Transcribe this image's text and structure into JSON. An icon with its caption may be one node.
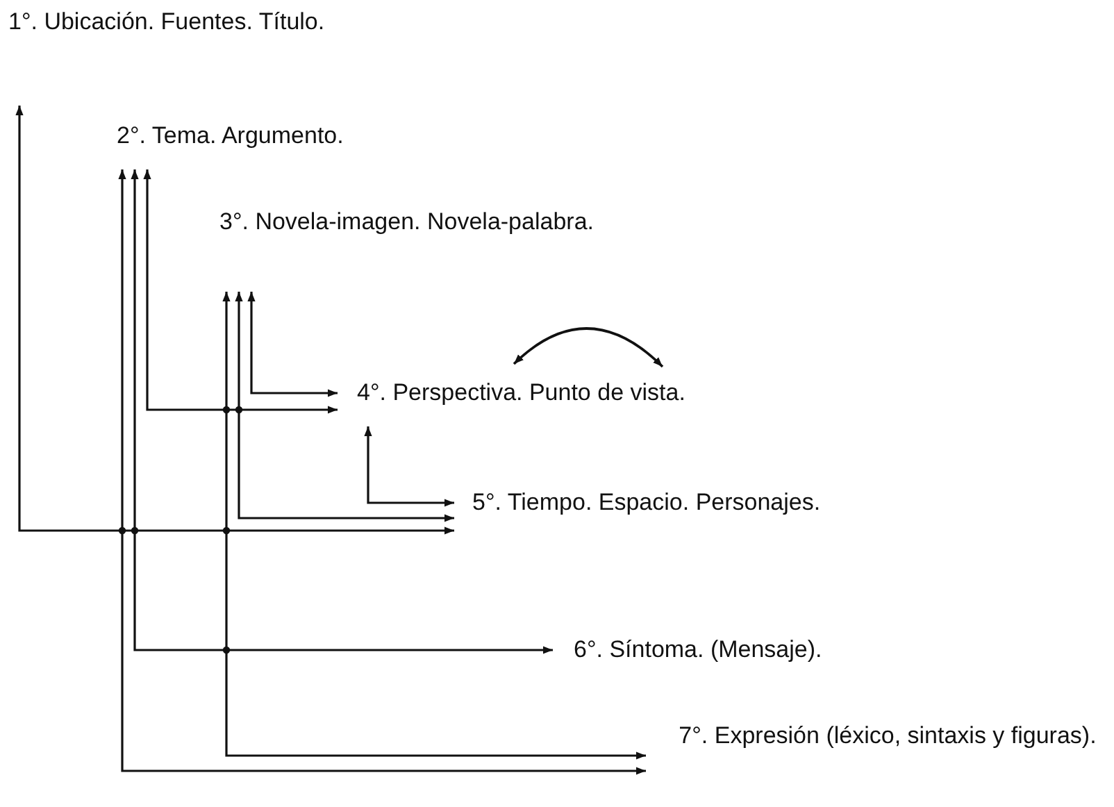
{
  "diagram": {
    "nodes": [
      {
        "text": [
          "1°. Ubicación. Fuentes. Título."
        ]
      },
      {
        "text": [
          "2°. Tema. Argumento."
        ]
      },
      {
        "text": [
          "3°. Novela-imagen. Novela-palabra."
        ]
      },
      {
        "text": [
          "4°. Perspectiva. Punto de vista."
        ]
      },
      {
        "text": [
          "5°. Tiempo. Espacio. Personajes."
        ]
      },
      {
        "text": [
          "6°. Síntoma. (Mensaje)."
        ]
      },
      {
        "text": [
          "7°. Expresión (léxico, sintaxis y figuras)."
        ]
      }
    ],
    "edges": [
      {
        "from": 0,
        "to": 4,
        "arrow": "both"
      },
      {
        "from": 1,
        "to": 3,
        "arrow": "both"
      },
      {
        "from": 1,
        "to": 5,
        "arrow": "both"
      },
      {
        "from": 1,
        "to": 6,
        "arrow": "both"
      },
      {
        "from": 2,
        "to": 3,
        "arrow": "both"
      },
      {
        "from": 2,
        "to": 4,
        "arrow": "both"
      },
      {
        "from": 2,
        "to": 6,
        "arrow": "both"
      },
      {
        "from": 3,
        "to": 4,
        "arrow": "both"
      }
    ]
  }
}
